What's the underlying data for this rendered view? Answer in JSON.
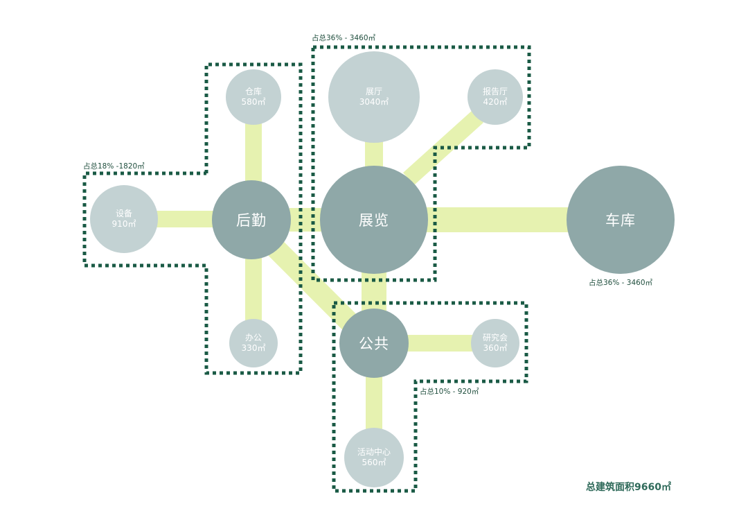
{
  "colors": {
    "primary_node": "#8fa8a8",
    "secondary_node": "#c3d2d3",
    "connector": "#e6f2b0",
    "zone_border": "#1a5a45",
    "label_text": "#1f4e3d"
  },
  "nodes": {
    "logistics": {
      "name": "后勤",
      "type": "primary"
    },
    "exhibition": {
      "name": "展览",
      "type": "primary"
    },
    "garage": {
      "name": "车库",
      "type": "primary"
    },
    "public": {
      "name": "公共",
      "type": "primary"
    },
    "warehouse": {
      "name": "仓库",
      "area": "580㎡",
      "type": "secondary"
    },
    "equipment": {
      "name": "设备",
      "area": "910㎡",
      "type": "secondary"
    },
    "office": {
      "name": "办公",
      "area": "330㎡",
      "type": "secondary"
    },
    "exhibition_hall": {
      "name": "展厅",
      "area": "3040㎡",
      "type": "secondary"
    },
    "lecture_hall": {
      "name": "报告厅",
      "area": "420㎡",
      "type": "secondary"
    },
    "seminar": {
      "name": "研究会",
      "area": "360㎡",
      "type": "secondary"
    },
    "activity_center": {
      "name": "活动中心",
      "area": "560㎡",
      "type": "secondary"
    }
  },
  "zones": {
    "logistics": {
      "label": "占总18% -1820㎡"
    },
    "exhibition": {
      "label": "占总36% - 3460㎡"
    },
    "garage": {
      "label": "占总36% - 3460㎡"
    },
    "public": {
      "label": "占总10% - 920㎡"
    }
  },
  "total": {
    "label": "总建筑面积9660㎡"
  }
}
